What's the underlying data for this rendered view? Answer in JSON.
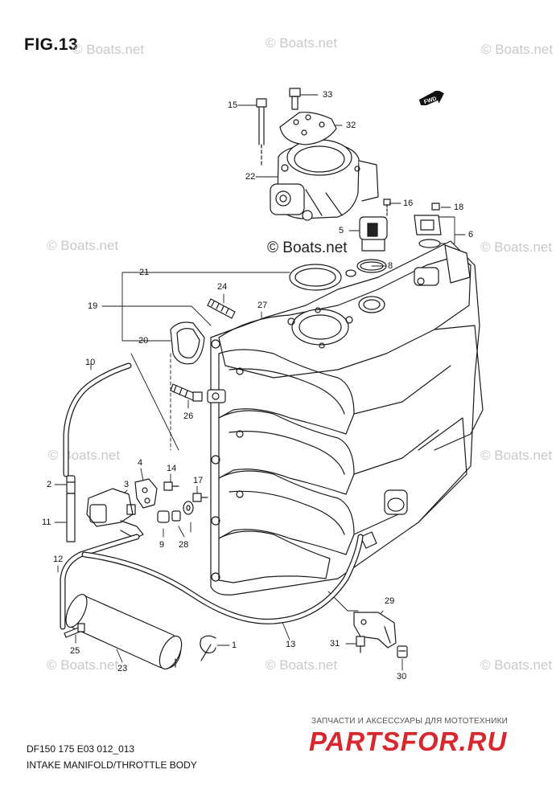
{
  "figure": {
    "title": "FIG.13",
    "model_code": "DF150 175 E03 012_013",
    "name": "INTAKE MANIFOLD/THROTTLE BODY"
  },
  "watermark": {
    "text": "© Boats.net"
  },
  "brand": {
    "tagline": "ЗАПЧАСТИ И АКСЕССУАРЫ ДЛЯ МОТОТЕХНИКИ",
    "logo": "PARTSFOR.RU",
    "color": "#d9272e"
  },
  "forward_arrow": {
    "label": "FWD",
    "icon": "fwd-arrow-icon"
  },
  "callouts": [
    {
      "num": "1"
    },
    {
      "num": "2"
    },
    {
      "num": "3"
    },
    {
      "num": "4"
    },
    {
      "num": "5"
    },
    {
      "num": "6"
    },
    {
      "num": "8"
    },
    {
      "num": "9"
    },
    {
      "num": "10"
    },
    {
      "num": "11"
    },
    {
      "num": "12"
    },
    {
      "num": "13"
    },
    {
      "num": "14"
    },
    {
      "num": "15"
    },
    {
      "num": "16"
    },
    {
      "num": "17"
    },
    {
      "num": "18"
    },
    {
      "num": "19"
    },
    {
      "num": "20"
    },
    {
      "num": "21"
    },
    {
      "num": "22"
    },
    {
      "num": "23"
    },
    {
      "num": "24"
    },
    {
      "num": "25"
    },
    {
      "num": "26"
    },
    {
      "num": "27"
    },
    {
      "num": "28"
    },
    {
      "num": "29"
    },
    {
      "num": "30"
    },
    {
      "num": "31"
    },
    {
      "num": "32"
    },
    {
      "num": "33"
    }
  ]
}
